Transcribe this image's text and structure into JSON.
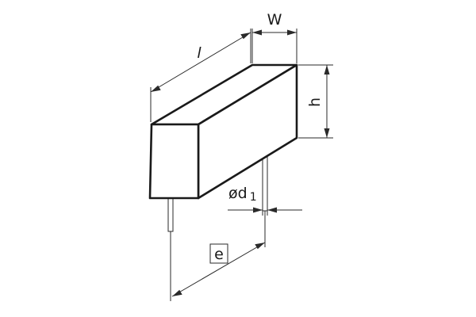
{
  "diagram": {
    "labels": {
      "length": "l",
      "width": "W",
      "height": "h",
      "lead_diameter": "ød",
      "lead_diameter_subscript": "1",
      "pitch": "e"
    }
  }
}
